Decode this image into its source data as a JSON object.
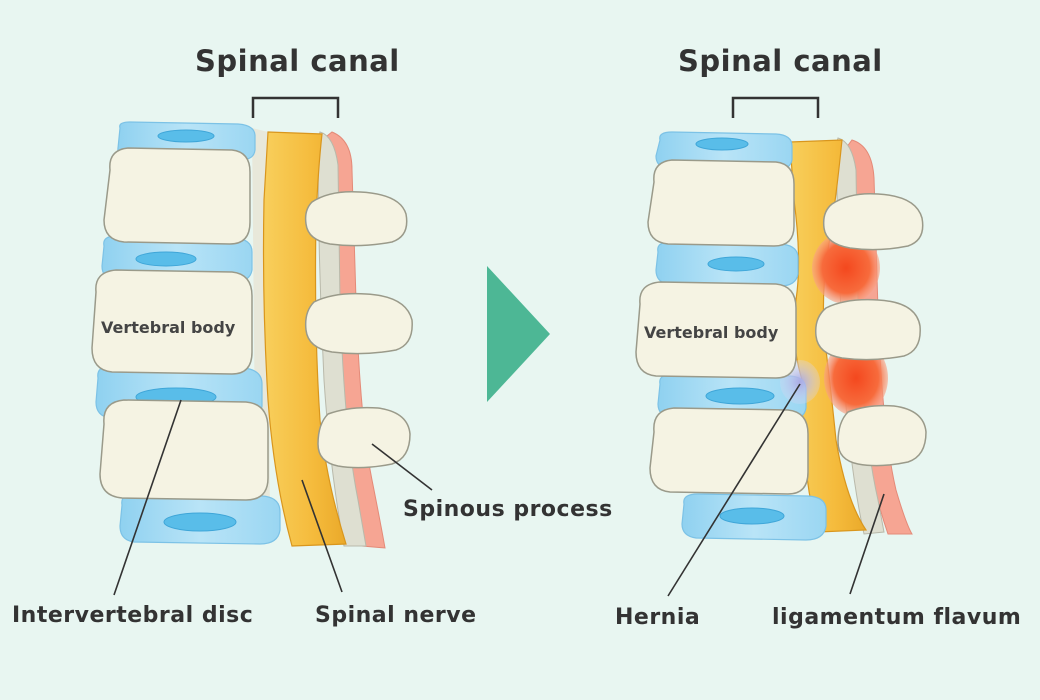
{
  "left_panel": {
    "title": "Spinal canal",
    "vertebral_body_label": "Vertebral body",
    "spinous_process_label": "Spinous process",
    "intervertebral_disc_label": "Intervertebral disc",
    "spinal_nerve_label": "Spinal nerve"
  },
  "right_panel": {
    "title": "Spinal canal",
    "vertebral_body_label": "Vertebral body",
    "hernia_label": "Hernia",
    "ligamentum_flavum_label": "ligamentum flavum"
  },
  "colors": {
    "background": "#e8f6f1",
    "bone": "#f5f3e3",
    "bone_outline": "#9a9a8a",
    "disc": "#a9dcf4",
    "disc_core": "#59bde9",
    "nerve": "#f5bb3c",
    "ligament": "#f6a593",
    "inflamed": "#f55a28",
    "hernia": "#b5b5e6",
    "arrow": "#4db795",
    "text": "#333333"
  },
  "icons": {
    "arrow": "arrow-right-icon"
  }
}
